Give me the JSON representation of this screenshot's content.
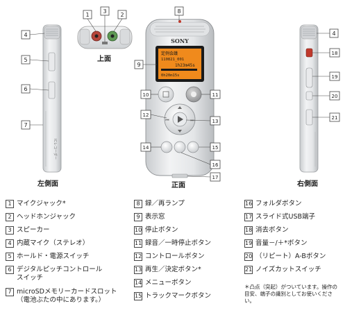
{
  "views": {
    "left": "左側面",
    "top": "上面",
    "front": "正面",
    "right": "右側面"
  },
  "device": {
    "brand": "SONY",
    "screen_line1": "定例会議",
    "screen_line2": "110821_001",
    "screen_line3": "1h23m45s",
    "screen_line4": "0h20m15s",
    "side_text": "ICレコーダー"
  },
  "legend": {
    "col1": [
      {
        "n": "1",
        "text": "マイクジャック*"
      },
      {
        "n": "2",
        "text": "ヘッドホンジャック"
      },
      {
        "n": "3",
        "text": "スピーカー"
      },
      {
        "n": "4",
        "text": "内蔵マイク（ステレオ）"
      },
      {
        "n": "5",
        "text": "ホールド・電源スイッチ"
      },
      {
        "n": "6",
        "text": "デジタルピッチコントロール\nスイッチ"
      },
      {
        "n": "7",
        "text": "microSDメモリーカードスロット\n（電池ぶたの中にあります。）"
      }
    ],
    "col2": [
      {
        "n": "8",
        "text": "録／再ランプ"
      },
      {
        "n": "9",
        "text": "表示窓"
      },
      {
        "n": "10",
        "text": "停止ボタン"
      },
      {
        "n": "11",
        "text": "録音／一時停止ボタン"
      },
      {
        "n": "12",
        "text": "コントロールボタン"
      },
      {
        "n": "13",
        "text": "再生／決定ボタン*"
      },
      {
        "n": "14",
        "text": "メニューボタン"
      },
      {
        "n": "15",
        "text": "トラックマークボタン"
      }
    ],
    "col3": [
      {
        "n": "16",
        "text": "フォルダボタン"
      },
      {
        "n": "17",
        "text": "スライド式USB端子"
      },
      {
        "n": "18",
        "text": "消去ボタン"
      },
      {
        "n": "19",
        "text": "音量－/＋*ボタン"
      },
      {
        "n": "20",
        "text": "（リピート）A-Bボタン"
      },
      {
        "n": "21",
        "text": "ノイズカットスイッチ"
      }
    ],
    "note": "＊凸点（突起）がついています。操作の\n目安、端子の識別としてお使いくださ\nい。"
  },
  "callouts": {
    "c1": "1",
    "c2": "2",
    "c3": "3",
    "c4": "4",
    "c5": "5",
    "c6": "6",
    "c7": "7",
    "c8": "8",
    "c9": "9",
    "c10": "10",
    "c11": "11",
    "c12": "12",
    "c13": "13",
    "c14": "14",
    "c15": "15",
    "c16": "16",
    "c17": "17",
    "c18": "18",
    "c19": "19",
    "c20": "20",
    "c21": "21",
    "c4r": "4"
  }
}
